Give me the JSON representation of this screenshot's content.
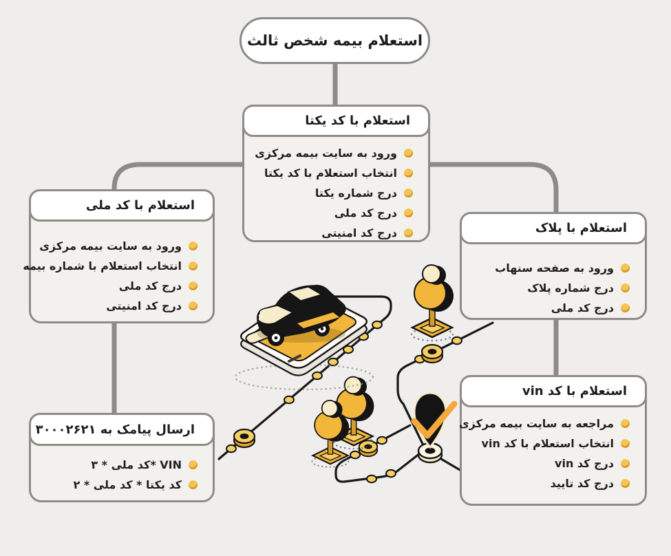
{
  "root_node": {
    "title": "استعلام بیمه شخص ثالث"
  },
  "nodes": {
    "yekta": {
      "title": "استعلام با کد یکتا",
      "items": [
        "ورود به سایت بیمه مرکزی",
        "انتخاب استعلام با کد یکتا",
        "درج شماره یکتا",
        "درج کد ملی",
        "درج کد امنیتی"
      ]
    },
    "melli": {
      "title": "استعلام با کد ملی",
      "items": [
        "ورود به سایت بیمه مرکزی",
        "انتخاب استعلام با شماره بیمه",
        "درج کد ملی",
        "درج کد امنیتی"
      ]
    },
    "pelak": {
      "title": "استعلام با پلاک",
      "items": [
        "ورود به صفحه سنهاب",
        "درج شماره پلاک",
        "درج کد ملی"
      ]
    },
    "vin": {
      "title": "استعلام با کد vin",
      "items": [
        "مراجعه به سایت بیمه مرکزی",
        "انتخاب استعلام با کد vin",
        "درج کد vin",
        "درج کد تایید"
      ]
    },
    "sms": {
      "title": "ارسال پیامک به ۳۰۰۰۲۶۲۱",
      "items": [
        "VIN *کد ملی * ۳",
        "کد یکتا * کد ملی * ۲"
      ]
    }
  },
  "colors": {
    "background": "#efeeec",
    "box_header": "#ffffff",
    "box_body": "#f3f1ee",
    "border_gray": "#8d8a87",
    "text": "#1c1c1c",
    "coin_gold": "#F5C455",
    "accent_gold": "#F2B63B",
    "cream": "#F8ECCB",
    "check_orange": "#F4A93C",
    "road_black": "#181818"
  },
  "illustration": {
    "icons": [
      "taxi-on-phone-illustration",
      "tree-icon",
      "location-pin-check-icon",
      "roundabout-icon",
      "road-dot-icon"
    ]
  }
}
